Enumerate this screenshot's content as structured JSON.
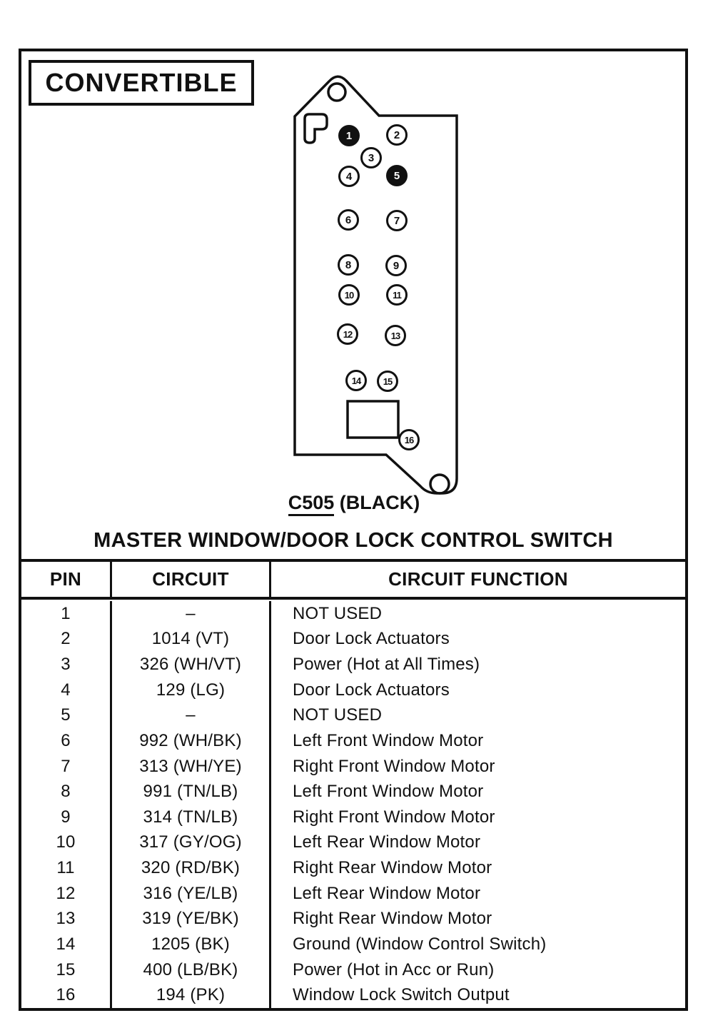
{
  "page": {
    "variant_label": "CONVERTIBLE",
    "title": "MASTER WINDOW/DOOR LOCK CONTROL SWITCH"
  },
  "connector": {
    "code": "C505",
    "color_label": " (BLACK)",
    "pins": [
      {
        "number": 1,
        "filled": true
      },
      {
        "number": 2,
        "filled": false
      },
      {
        "number": 3,
        "filled": false
      },
      {
        "number": 4,
        "filled": false
      },
      {
        "number": 5,
        "filled": true
      },
      {
        "number": 6,
        "filled": false
      },
      {
        "number": 7,
        "filled": false
      },
      {
        "number": 8,
        "filled": false
      },
      {
        "number": 9,
        "filled": false
      },
      {
        "number": 10,
        "filled": false
      },
      {
        "number": 11,
        "filled": false
      },
      {
        "number": 12,
        "filled": false
      },
      {
        "number": 13,
        "filled": false
      },
      {
        "number": 14,
        "filled": false
      },
      {
        "number": 15,
        "filled": false
      },
      {
        "number": 16,
        "filled": false
      }
    ]
  },
  "table": {
    "headers": [
      "PIN",
      "CIRCUIT",
      "CIRCUIT FUNCTION"
    ],
    "rows": [
      [
        "1",
        "–",
        "NOT USED"
      ],
      [
        "2",
        "1014 (VT)",
        "Door Lock Actuators"
      ],
      [
        "3",
        "326 (WH/VT)",
        "Power (Hot at All Times)"
      ],
      [
        "4",
        "129 (LG)",
        "Door Lock Actuators"
      ],
      [
        "5",
        "–",
        "NOT USED"
      ],
      [
        "6",
        "992 (WH/BK)",
        "Left Front Window Motor"
      ],
      [
        "7",
        "313 (WH/YE)",
        "Right Front Window Motor"
      ],
      [
        "8",
        "991 (TN/LB)",
        "Left Front Window Motor"
      ],
      [
        "9",
        "314 (TN/LB)",
        "Right Front Window Motor"
      ],
      [
        "10",
        "317 (GY/OG)",
        "Left Rear Window Motor"
      ],
      [
        "11",
        "320 (RD/BK)",
        "Right Rear Window Motor"
      ],
      [
        "12",
        "316 (YE/LB)",
        "Left Rear Window Motor"
      ],
      [
        "13",
        "319 (YE/BK)",
        "Right Rear Window Motor"
      ],
      [
        "14",
        "1205 (BK)",
        "Ground (Window Control Switch)"
      ],
      [
        "15",
        "400 (LB/BK)",
        "Power (Hot in Acc or Run)"
      ],
      [
        "16",
        "194 (PK)",
        "Window Lock Switch Output"
      ]
    ]
  },
  "colors": {
    "ink": "#111111",
    "paper": "#ffffff"
  }
}
